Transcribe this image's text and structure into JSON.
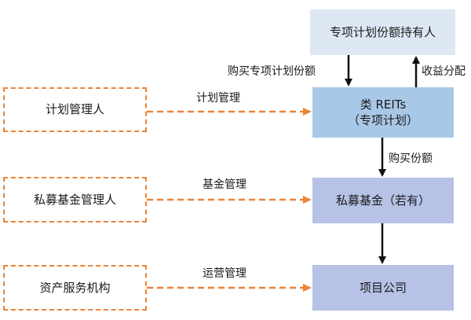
{
  "holders": "专项计划份额持有人",
  "reits_line1": "类 REITs",
  "reits_line2": "（专项计划）",
  "private_fund": "私募基金（若有）",
  "project_company": "项目公司",
  "plan_manager": "计划管理人",
  "fund_manager": "私募基金管理人",
  "asset_service": "资产服务机构",
  "label_buy_plan": "购买专项计划份额",
  "label_income": "收益分配",
  "label_plan_mgmt": "计划管理",
  "label_buy_share": "购买份额",
  "label_fund_mgmt": "基金管理",
  "label_ops_mgmt": "运营管理",
  "colors": {
    "dashed": "#e9843a",
    "arrow": "#111111",
    "box_light": "#dde8f4",
    "box_mid": "#a9c8e8",
    "box_lavender": "#b6c2e6"
  }
}
